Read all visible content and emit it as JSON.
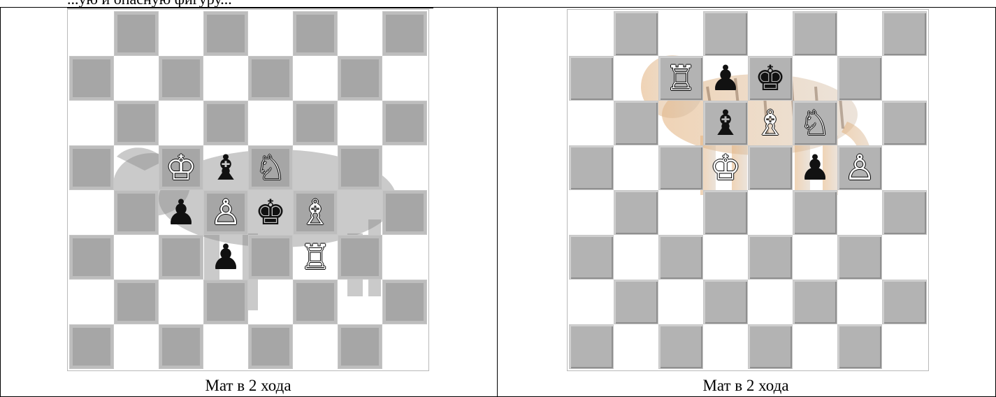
{
  "page": {
    "top_text": "...ую и опасную фигуру..."
  },
  "panels": [
    {
      "caption": "Мат в 2 хода",
      "animal": "bull",
      "pieces": [
        {
          "square": "c5",
          "type": "king",
          "color": "white"
        },
        {
          "square": "d5",
          "type": "bishop",
          "color": "black"
        },
        {
          "square": "e5",
          "type": "knight",
          "color": "white"
        },
        {
          "square": "c4",
          "type": "pawn",
          "color": "black"
        },
        {
          "square": "d4",
          "type": "pawn",
          "color": "white"
        },
        {
          "square": "e4",
          "type": "king",
          "color": "black"
        },
        {
          "square": "f4",
          "type": "bishop",
          "color": "white"
        },
        {
          "square": "d3",
          "type": "pawn",
          "color": "black"
        },
        {
          "square": "f3",
          "type": "rook",
          "color": "white"
        }
      ]
    },
    {
      "caption": "Мат в 2 хода",
      "animal": "tiger",
      "pieces": [
        {
          "square": "c7",
          "type": "rook",
          "color": "white"
        },
        {
          "square": "d7",
          "type": "pawn",
          "color": "black"
        },
        {
          "square": "e7",
          "type": "king",
          "color": "black"
        },
        {
          "square": "d6",
          "type": "bishop",
          "color": "black"
        },
        {
          "square": "e6",
          "type": "bishop",
          "color": "white"
        },
        {
          "square": "f6",
          "type": "knight",
          "color": "white"
        },
        {
          "square": "d5",
          "type": "king",
          "color": "white"
        },
        {
          "square": "f5",
          "type": "pawn",
          "color": "black"
        },
        {
          "square": "g5",
          "type": "pawn",
          "color": "white"
        }
      ]
    }
  ],
  "colors": {
    "light_square": "#ffffff",
    "dark_square": "#a6a6a6"
  }
}
